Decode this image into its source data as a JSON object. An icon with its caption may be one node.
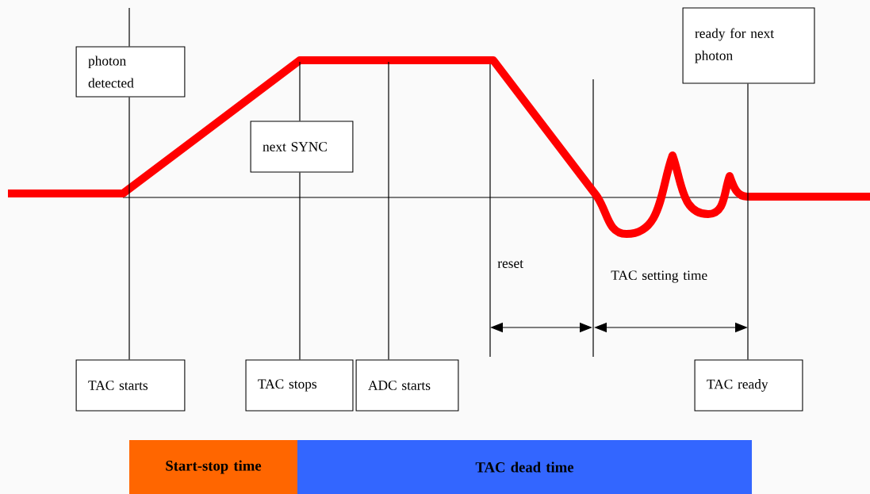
{
  "diagram": {
    "nodes": [
      {
        "text": [
          "photon detected"
        ]
      },
      {
        "text": [
          "next SYNC"
        ]
      },
      {
        "text": [
          "ready for next photon"
        ]
      },
      {
        "text": [
          "TAC starts"
        ]
      },
      {
        "text": [
          "TAC stops"
        ]
      },
      {
        "text": [
          "ADC starts"
        ]
      },
      {
        "text": [
          "TAC ready"
        ]
      },
      {
        "text": [
          "Start-stop time"
        ]
      },
      {
        "text": [
          "TAC dead time"
        ]
      }
    ],
    "edges": [
      {
        "from": null,
        "to": 0,
        "arrow": "none"
      },
      {
        "from": 0,
        "to": 3,
        "arrow": "none"
      },
      {
        "from": null,
        "to": 1,
        "arrow": "none"
      },
      {
        "from": 1,
        "to": 4,
        "arrow": "none"
      },
      {
        "from": null,
        "to": 5,
        "arrow": "none"
      },
      {
        "from": 2,
        "to": 6,
        "arrow": "none"
      }
    ],
    "labels": [
      "reset",
      "TAC setting time"
    ]
  }
}
